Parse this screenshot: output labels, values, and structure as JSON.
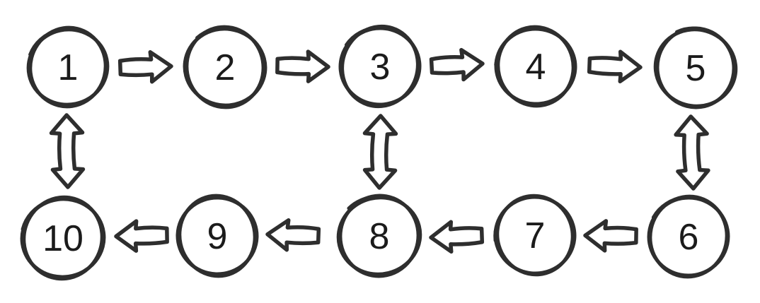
{
  "diagram": {
    "type": "flowchart",
    "style": "hand-drawn",
    "stroke_color": "#2e2e2e",
    "background_color": "#ffffff"
  },
  "nodes": [
    {
      "label": "1"
    },
    {
      "label": "2"
    },
    {
      "label": "3"
    },
    {
      "label": "4"
    },
    {
      "label": "5"
    },
    {
      "label": "6"
    },
    {
      "label": "7"
    },
    {
      "label": "8"
    },
    {
      "label": "9"
    },
    {
      "label": "10"
    }
  ],
  "connections": [
    {
      "from": "1",
      "to": "2",
      "type": "arrow-right"
    },
    {
      "from": "2",
      "to": "3",
      "type": "arrow-right"
    },
    {
      "from": "3",
      "to": "4",
      "type": "arrow-right"
    },
    {
      "from": "4",
      "to": "5",
      "type": "arrow-right"
    },
    {
      "from": "6",
      "to": "7",
      "type": "arrow-left"
    },
    {
      "from": "7",
      "to": "8",
      "type": "arrow-left"
    },
    {
      "from": "8",
      "to": "9",
      "type": "arrow-left"
    },
    {
      "from": "9",
      "to": "10",
      "type": "arrow-left"
    },
    {
      "from": "1",
      "to": "10",
      "type": "double-headed-vertical"
    },
    {
      "from": "3",
      "to": "8",
      "type": "double-headed-vertical"
    },
    {
      "from": "5",
      "to": "6",
      "type": "double-headed-vertical"
    }
  ]
}
